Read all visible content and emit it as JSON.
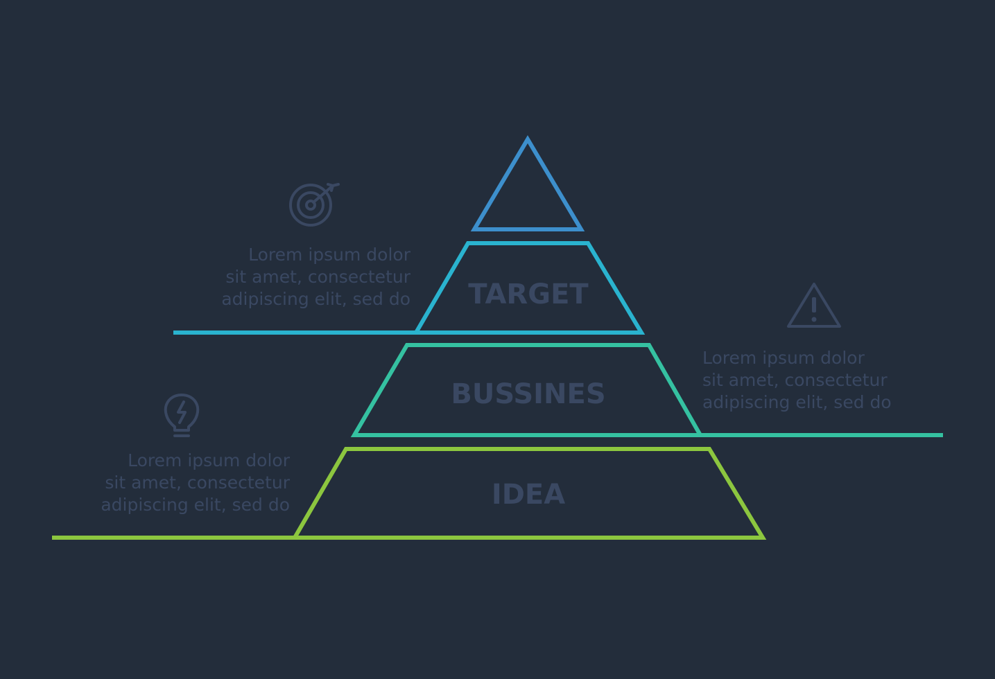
{
  "colors": {
    "background": "#232d3b",
    "muted_text": "#3a4862",
    "apex": "#3d8fcc",
    "target": "#2ab3cf",
    "business": "#35c1a1",
    "idea": "#8cc63f"
  },
  "levels": {
    "target": "TARGET",
    "business": "BUSSINES",
    "idea": "IDEA"
  },
  "notes": {
    "target": {
      "icon": "target-icon",
      "lines": [
        "Lorem ipsum dolor",
        "sit amet, consectetur",
        "adipiscing elit, sed do"
      ]
    },
    "business": {
      "icon": "warning-icon",
      "lines": [
        "Lorem ipsum dolor",
        "sit amet, consectetur",
        "adipiscing elit, sed do"
      ]
    },
    "idea": {
      "icon": "lightbulb-icon",
      "lines": [
        "Lorem ipsum dolor",
        "sit amet, consectetur",
        "adipiscing elit, sed do"
      ]
    }
  }
}
